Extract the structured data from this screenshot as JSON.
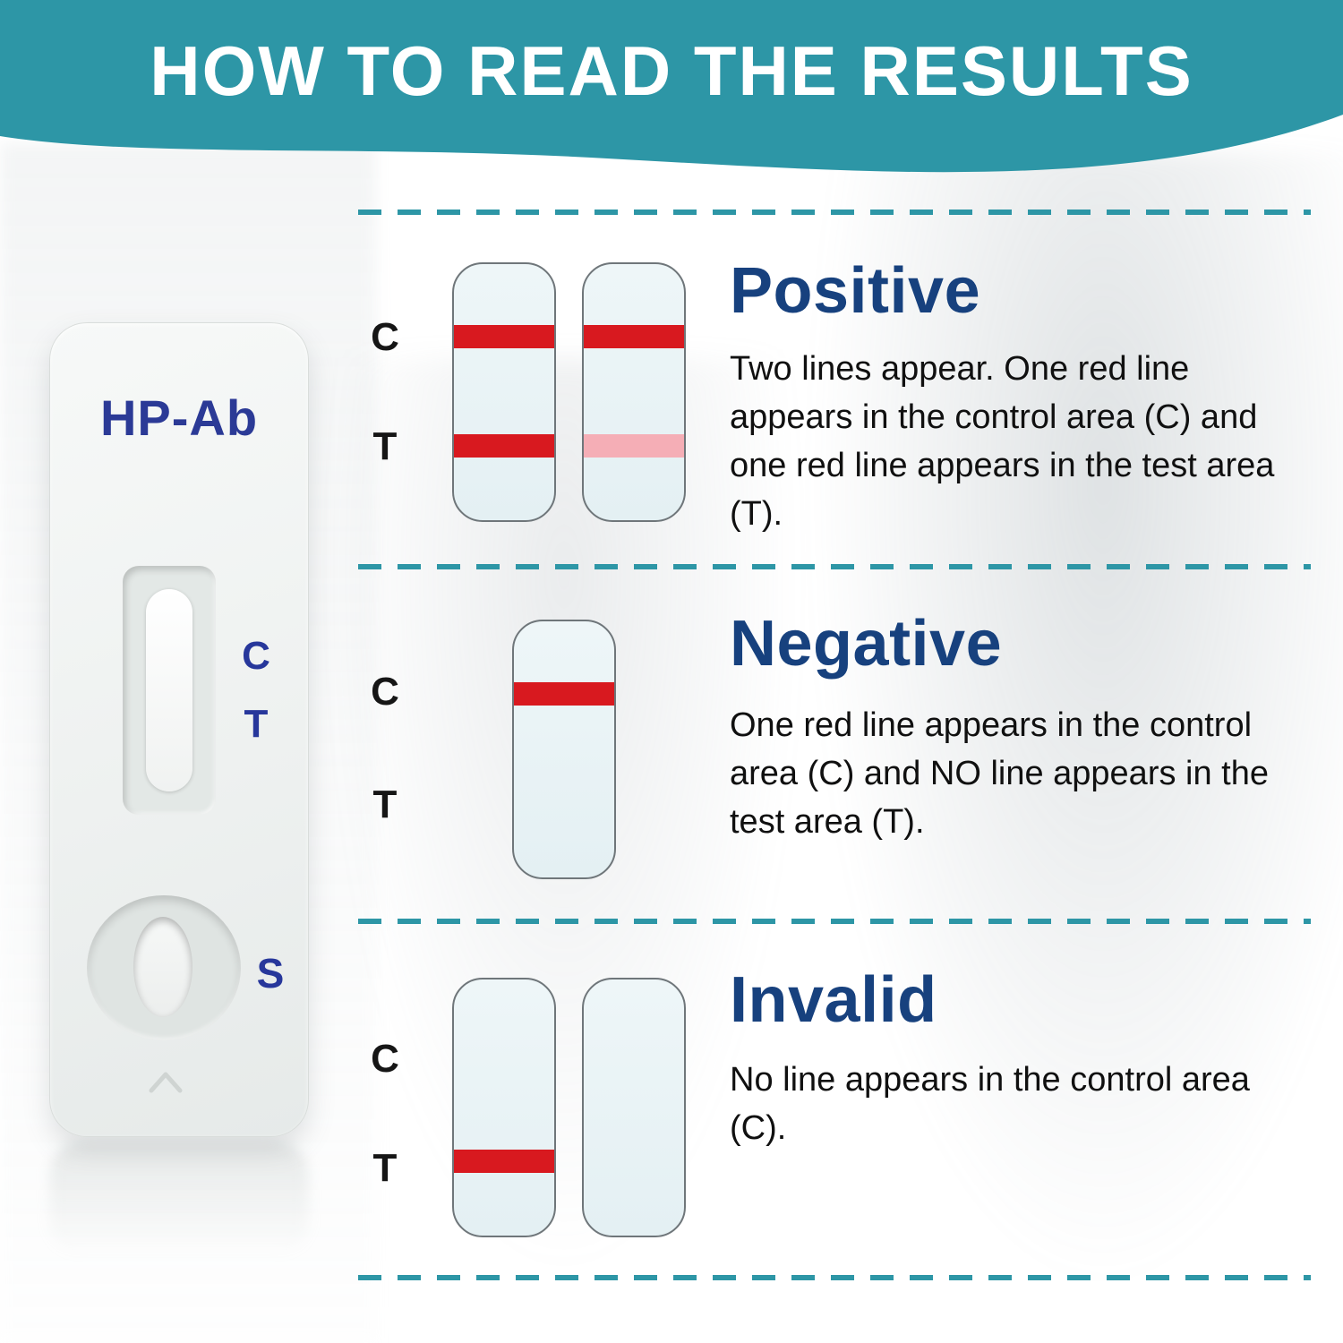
{
  "banner": {
    "title": "HOW TO READ THE RESULTS"
  },
  "device": {
    "name_label": "HP-Ab",
    "control_label": "C",
    "test_label": "T",
    "sample_label": "S"
  },
  "sections": [
    {
      "title": "Positive",
      "description": "Two lines appear. One red line appears in the control area (C) and one red line appears in the test area (T).",
      "control_label": "C",
      "test_label": "T",
      "strips": [
        {
          "c": "red",
          "t": "red"
        },
        {
          "c": "red",
          "t": "pink"
        }
      ]
    },
    {
      "title": "Negative",
      "description": "One red line appears in the control area (C) and NO line appears in the test area (T).",
      "control_label": "C",
      "test_label": "T",
      "strips": [
        {
          "c": "red",
          "t": "none"
        }
      ]
    },
    {
      "title": "Invalid",
      "description": "No line appears in the control area (C).",
      "control_label": "C",
      "test_label": "T",
      "strips": [
        {
          "c": "none",
          "t": "red"
        },
        {
          "c": "none",
          "t": "none"
        }
      ]
    }
  ],
  "colors": {
    "banner_teal": "#2d96a6",
    "heading_navy": "#17417e",
    "device_label_navy": "#2b3a96",
    "line_red": "#d8191f",
    "line_pink": "#f5aeb6",
    "strip_fill": "#e9f4f6"
  }
}
